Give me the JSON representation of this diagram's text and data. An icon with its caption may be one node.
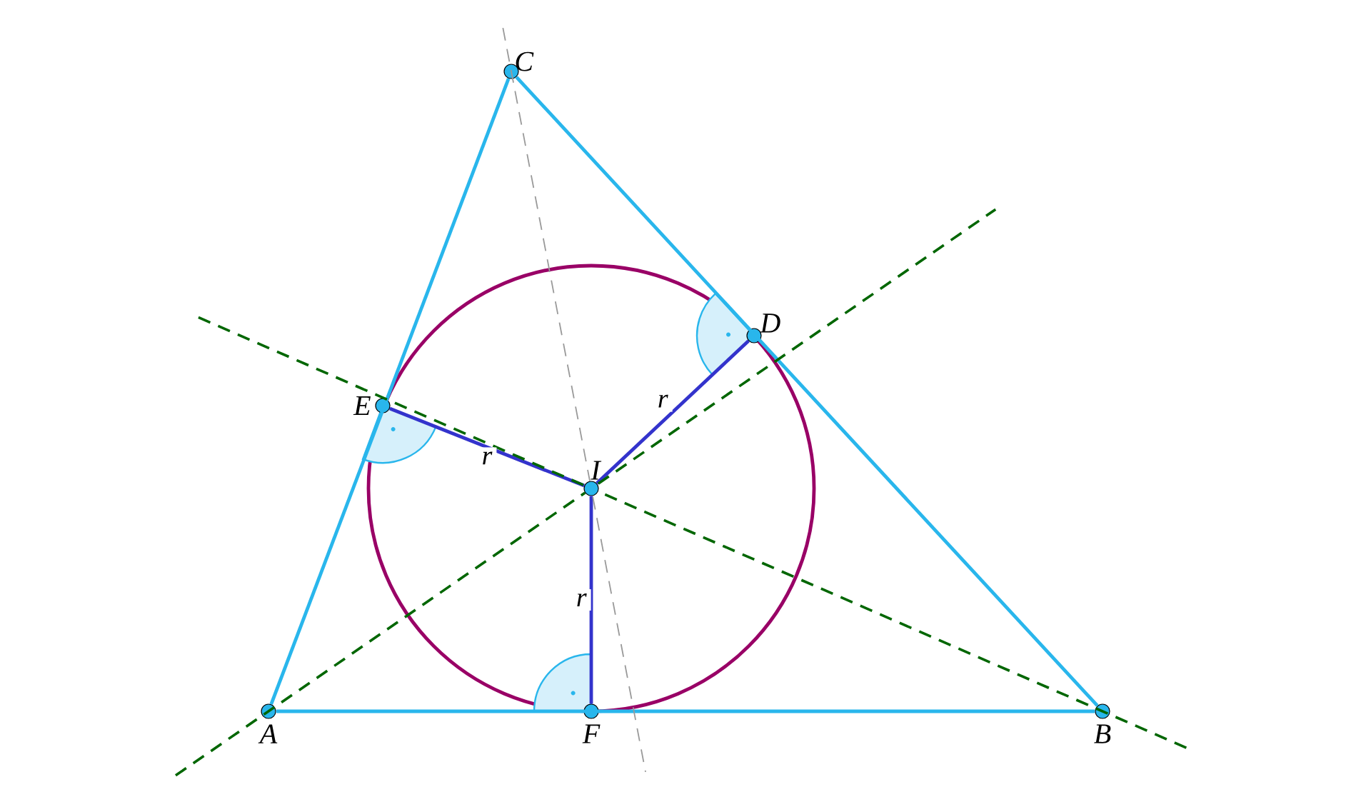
{
  "diagram": {
    "nodes": [
      {
        "text": [],
        "shape": "circle",
        "beside": [
          "A"
        ]
      },
      {
        "text": [],
        "shape": "circle",
        "beside": [
          "B"
        ]
      },
      {
        "text": [],
        "shape": "circle",
        "beside": [
          "C"
        ]
      },
      {
        "text": [],
        "shape": "circle",
        "beside": [
          "D"
        ]
      },
      {
        "text": [],
        "shape": "circle",
        "beside": [
          "E"
        ]
      },
      {
        "text": [],
        "shape": "circle",
        "beside": [
          "F"
        ]
      },
      {
        "text": [],
        "shape": "circle",
        "beside": [
          "I"
        ]
      }
    ],
    "edges": [
      {
        "from": 0,
        "to": 1,
        "arrow": "none"
      },
      {
        "from": 1,
        "to": 2,
        "arrow": "none"
      },
      {
        "from": 2,
        "to": 0,
        "arrow": "none"
      },
      {
        "from": 6,
        "to": 3,
        "arrow": "none",
        "label": "r",
        "color": "#3333cc"
      },
      {
        "from": 6,
        "to": 4,
        "arrow": "none",
        "label": "r",
        "color": "#3333cc"
      },
      {
        "from": 6,
        "to": 5,
        "arrow": "none",
        "label": "r",
        "color": "#3333cc"
      },
      {
        "from": 0,
        "to": 6,
        "arrow": "none",
        "style": "dashed",
        "color": "#006600"
      },
      {
        "from": 1,
        "to": 6,
        "arrow": "none",
        "style": "dashed",
        "color": "#006600"
      },
      {
        "from": 2,
        "to": 6,
        "arrow": "none",
        "style": "dashed",
        "color": "#999999"
      }
    ]
  }
}
